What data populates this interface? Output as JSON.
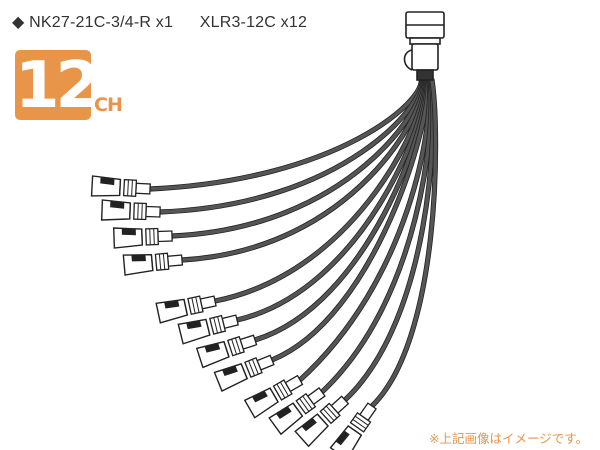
{
  "spec": {
    "bullet": "◆",
    "item1": "NK27-21C-3/4-R x1",
    "item2": "XLR3-12C x12"
  },
  "badge": {
    "number": "12",
    "unit": "CH",
    "color": "#e8954a"
  },
  "note": "※上記画像はイメージです。",
  "colors": {
    "cable": "#555555",
    "outline": "#222222",
    "connector_fill": "#ffffff"
  },
  "channels": 12
}
